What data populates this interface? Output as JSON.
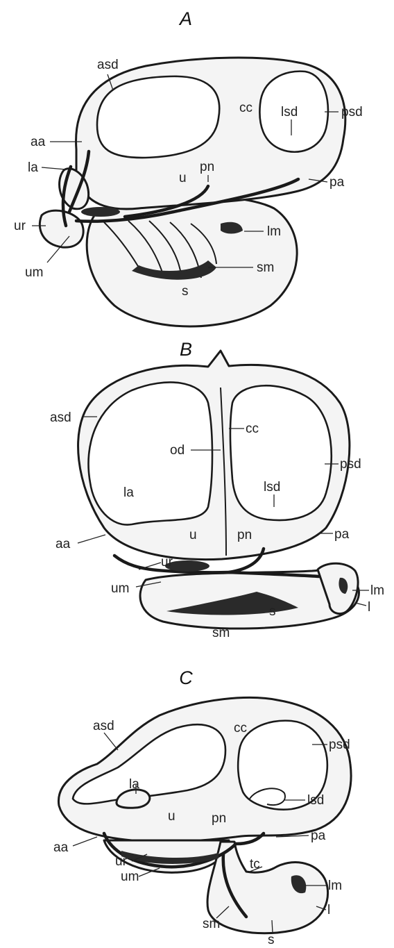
{
  "panels": [
    {
      "title": "A",
      "labels": {
        "asd": "asd",
        "cc": "cc",
        "lsd": "lsd",
        "psd": "psd",
        "aa": "aa",
        "la": "la",
        "u": "u",
        "pn": "pn",
        "pa": "pa",
        "ur": "ur",
        "lm": "lm",
        "um": "um",
        "sm": "sm",
        "s": "s"
      }
    },
    {
      "title": "B",
      "labels": {
        "asd": "asd",
        "cc": "cc",
        "od": "od",
        "psd": "psd",
        "la": "la",
        "lsd": "lsd",
        "u": "u",
        "pn": "pn",
        "pa": "pa",
        "aa": "aa",
        "ur": "ur",
        "lm": "lm",
        "um": "um",
        "l": "l",
        "sm": "sm",
        "s": "s"
      }
    },
    {
      "title": "C",
      "labels": {
        "asd": "asd",
        "cc": "cc",
        "psd": "psd",
        "la": "la",
        "lsd": "lsd",
        "u": "u",
        "pn": "pn",
        "pa": "pa",
        "aa": "aa",
        "ur": "ur",
        "tc": "tc",
        "um": "um",
        "lm": "lm",
        "l": "l",
        "sm": "sm",
        "s": "s"
      }
    }
  ]
}
